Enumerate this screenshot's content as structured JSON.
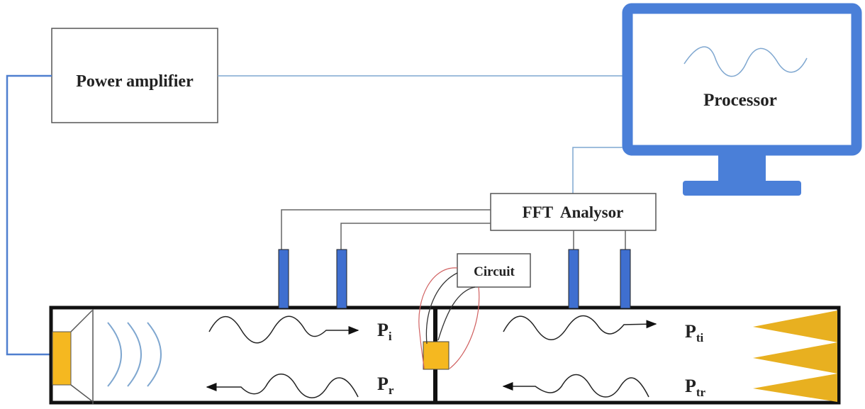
{
  "colors": {
    "monitor_blue": "#4a7fd8",
    "signal_line": "#7fa7d0",
    "amp_line": "#4f7fcf",
    "yellow": "#f5b820",
    "wedge": "#e8b020",
    "circuit_wire": "#d06060"
  },
  "blocks": {
    "power_amplifier": "Power amplifier",
    "processor": "Processor",
    "fft_analyzer": "FFT  Analysor",
    "circuit": "Circuit"
  },
  "waves": {
    "incident": {
      "main": "P",
      "sub": "i"
    },
    "reflected": {
      "main": "P",
      "sub": "r"
    },
    "transmitted_incident": {
      "main": "P",
      "sub": "ti"
    },
    "transmitted_reflected": {
      "main": "P",
      "sub": "tr"
    }
  }
}
